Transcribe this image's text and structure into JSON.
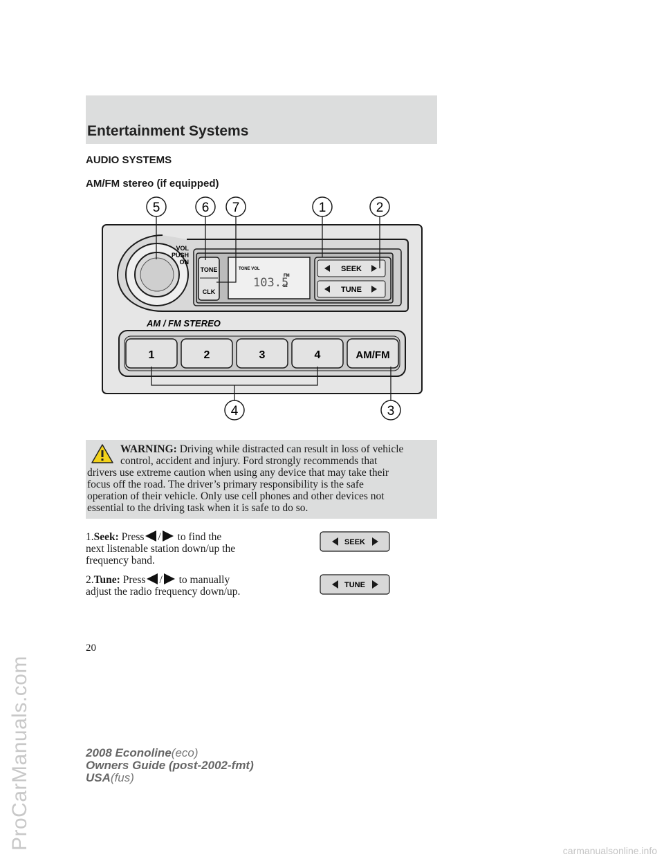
{
  "header": {
    "section": "Entertainment Systems"
  },
  "headings": {
    "audio_systems": "AUDIO SYSTEMS",
    "amfm": "AM/FM stereo (if equipped)"
  },
  "diagram": {
    "callouts": [
      "5",
      "6",
      "7",
      "1",
      "2",
      "4",
      "3"
    ],
    "vol_label": [
      "VOL",
      "PUSH",
      "ON"
    ],
    "tone_button": "TONE",
    "clk_button": "CLK",
    "display_labels": {
      "tone_vol": "TONE VOL",
      "band": "FM",
      "preset": "12"
    },
    "display_freq": "103.5",
    "seek_label": "SEEK",
    "tune_label": "TUNE",
    "stereo_label": "AM / FM STEREO",
    "presets": [
      "1",
      "2",
      "3",
      "4"
    ],
    "amfm_button": "AM/FM"
  },
  "warning": {
    "label": "WARNING:",
    "line1": "Driving while distracted can result in loss of vehicle",
    "line2": "control, accident and injury. Ford strongly recommends that",
    "line3": "drivers use extreme caution when using any device that may take their",
    "line4": "focus off the road. The driver’s primary responsibility is the safe",
    "line5": "operation of their vehicle. Only use cell phones and other devices not",
    "line6": "essential to the driving task when it is safe to do so."
  },
  "items": [
    {
      "num": "1.",
      "term": "Seek:",
      "press": "Press",
      "sep": "/",
      "tail": "to find the",
      "line2": "next listenable station down/up the",
      "line3": "frequency band.",
      "mini_label": "SEEK"
    },
    {
      "num": "2.",
      "term": "Tune:",
      "press": "Press",
      "sep": "/",
      "tail": "to manually",
      "line2": "adjust the radio frequency down/up.",
      "mini_label": "TUNE"
    }
  ],
  "page_number": "20",
  "footer": {
    "model": "2008 Econoline",
    "model_code": "(eco)",
    "guide": "Owners Guide (post-2002-fmt)",
    "region": "USA",
    "region_code": "(fus)"
  },
  "watermarks": {
    "side": "ProCarManuals.com",
    "bottom": "carmanualsonline.info"
  }
}
